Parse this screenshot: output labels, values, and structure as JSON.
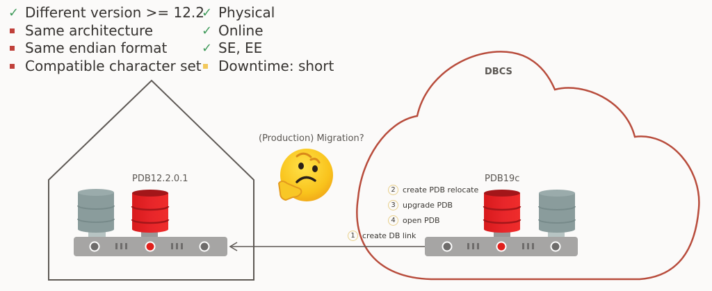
{
  "requirements_left": [
    {
      "marker": "check",
      "text": "Different version >= 12.2"
    },
    {
      "marker": "square-red",
      "text": "Same architecture"
    },
    {
      "marker": "square-red",
      "text": "Same endian format"
    },
    {
      "marker": "square-red",
      "text": "Compatible character set"
    }
  ],
  "requirements_right": [
    {
      "marker": "check",
      "text": "Physical"
    },
    {
      "marker": "check",
      "text": "Online"
    },
    {
      "marker": "check",
      "text": "SE, EE"
    },
    {
      "marker": "square-yellow",
      "text": "Downtime: short"
    }
  ],
  "colors": {
    "check": "#3f9a5a",
    "square-red": "#c0403a",
    "square-yellow": "#f2c85b",
    "cloud_outline": "#b84c3c",
    "house_outline": "#5d5854",
    "db_red": "#e0201c",
    "db_gray": "#8a9c9c",
    "server": "#a6a5a4"
  },
  "source": {
    "container_label": "PDB12.2.0.1"
  },
  "question": "(Production) Migration?",
  "target": {
    "cloud_label": "DBCS",
    "container_label": "PDB19c",
    "steps": [
      {
        "num": "2",
        "text": "create PDB relocate"
      },
      {
        "num": "3",
        "text": "upgrade PDB"
      },
      {
        "num": "4",
        "text": "open PDB"
      },
      {
        "num": "1",
        "text": "create DB link"
      }
    ]
  }
}
